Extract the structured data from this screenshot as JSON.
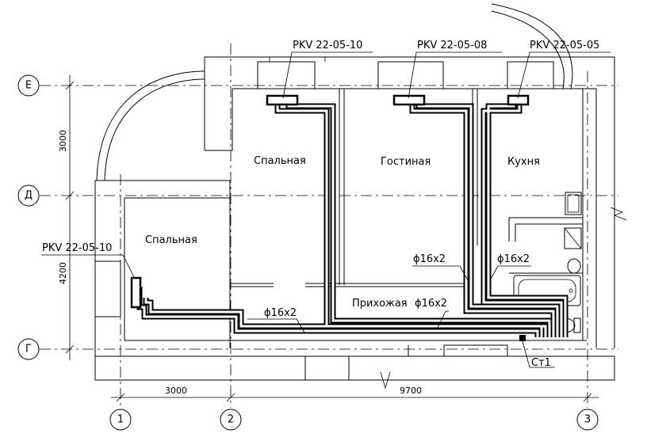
{
  "axes": {
    "rows": [
      "Е",
      "Д",
      "Г"
    ],
    "columns": [
      "1",
      "2",
      "3"
    ]
  },
  "dimensions": {
    "vertical": [
      "3000",
      "4200"
    ],
    "horizontal": [
      "3000",
      "9700"
    ]
  },
  "rooms": {
    "bedroom_upper": "Спальная",
    "living_room": "Гостиная",
    "kitchen": "Кухня",
    "bedroom_lower": "Спальная",
    "hallway": "Прихожая"
  },
  "radiators": {
    "bedroom_upper": "PKV 22-05-10",
    "living_room": "PKV 22-05-08",
    "kitchen": "PKV 22-05-05",
    "bedroom_lower": "PKV 22-05-10"
  },
  "pipes": {
    "kitchen_1": "ϕ16x2",
    "kitchen_2": "ϕ16x2",
    "hall_lower": "ϕ16x2",
    "hall_main": "ϕ16x2"
  },
  "manifold": "Ст1"
}
